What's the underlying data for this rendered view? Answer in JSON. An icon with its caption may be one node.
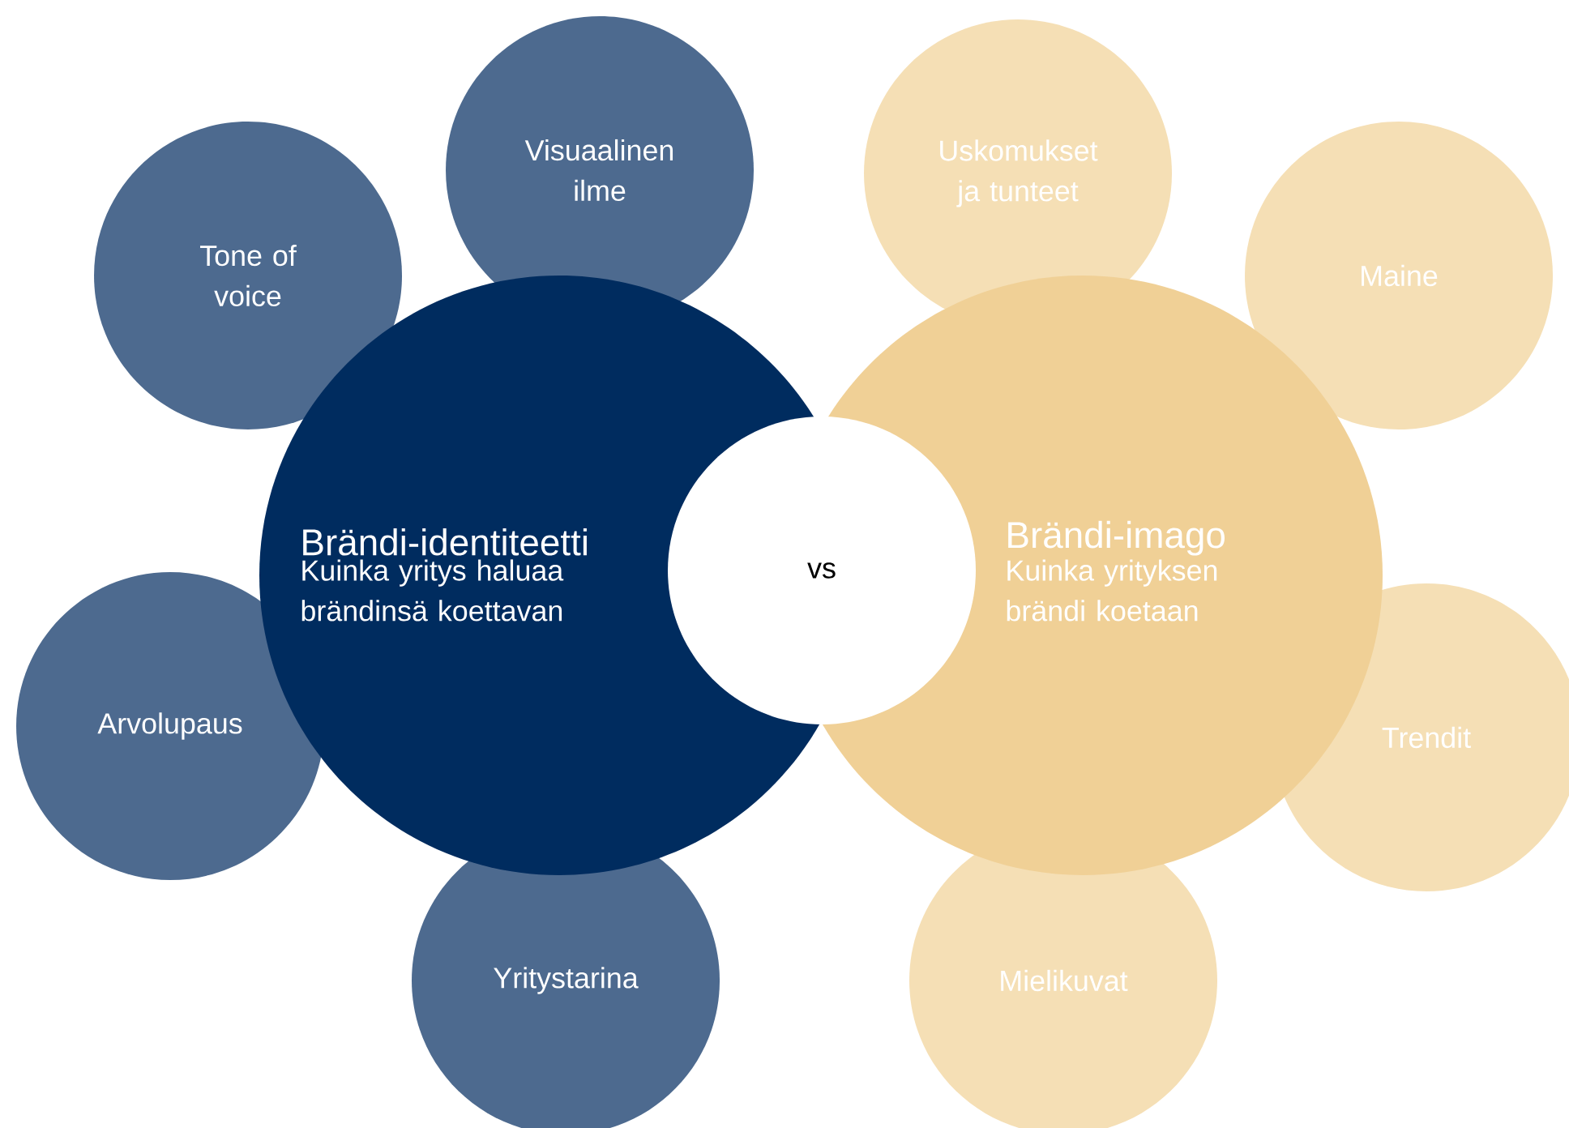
{
  "diagram": {
    "nodes": [
      {
        "text": [
          "Visuaalinen ilme"
        ]
      },
      {
        "text": [
          "Uskomukset ja tunteet"
        ]
      },
      {
        "text": [
          "Tone of voice"
        ]
      },
      {
        "text": [
          "Maine"
        ]
      },
      {
        "text": [
          "Brändi-identiteetti",
          "Kuinka yritys haluaa brändinsä koettavan"
        ]
      },
      {
        "text": [
          "vs"
        ]
      },
      {
        "text": [
          "Brändi-imago",
          "Kuinka yrityksen brändi koetaan"
        ]
      },
      {
        "text": [
          "Arvolupaus"
        ]
      },
      {
        "text": [
          "Trendit"
        ]
      },
      {
        "text": [
          "Yritystarina"
        ]
      },
      {
        "text": [
          "Mielikuvat"
        ]
      }
    ]
  }
}
